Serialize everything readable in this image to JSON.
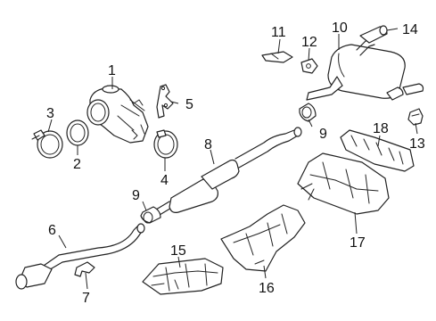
{
  "diagram": {
    "callouts": [
      {
        "id": "1",
        "label": "1"
      },
      {
        "id": "2",
        "label": "2"
      },
      {
        "id": "3",
        "label": "3"
      },
      {
        "id": "4",
        "label": "4"
      },
      {
        "id": "5",
        "label": "5"
      },
      {
        "id": "6",
        "label": "6"
      },
      {
        "id": "7",
        "label": "7"
      },
      {
        "id": "8",
        "label": "8"
      },
      {
        "id": "9a",
        "label": "9"
      },
      {
        "id": "9b",
        "label": "9"
      },
      {
        "id": "10",
        "label": "10"
      },
      {
        "id": "11",
        "label": "11"
      },
      {
        "id": "12",
        "label": "12"
      },
      {
        "id": "13",
        "label": "13"
      },
      {
        "id": "14",
        "label": "14"
      },
      {
        "id": "15",
        "label": "15"
      },
      {
        "id": "16",
        "label": "16"
      },
      {
        "id": "17",
        "label": "17"
      },
      {
        "id": "18",
        "label": "18"
      }
    ]
  }
}
